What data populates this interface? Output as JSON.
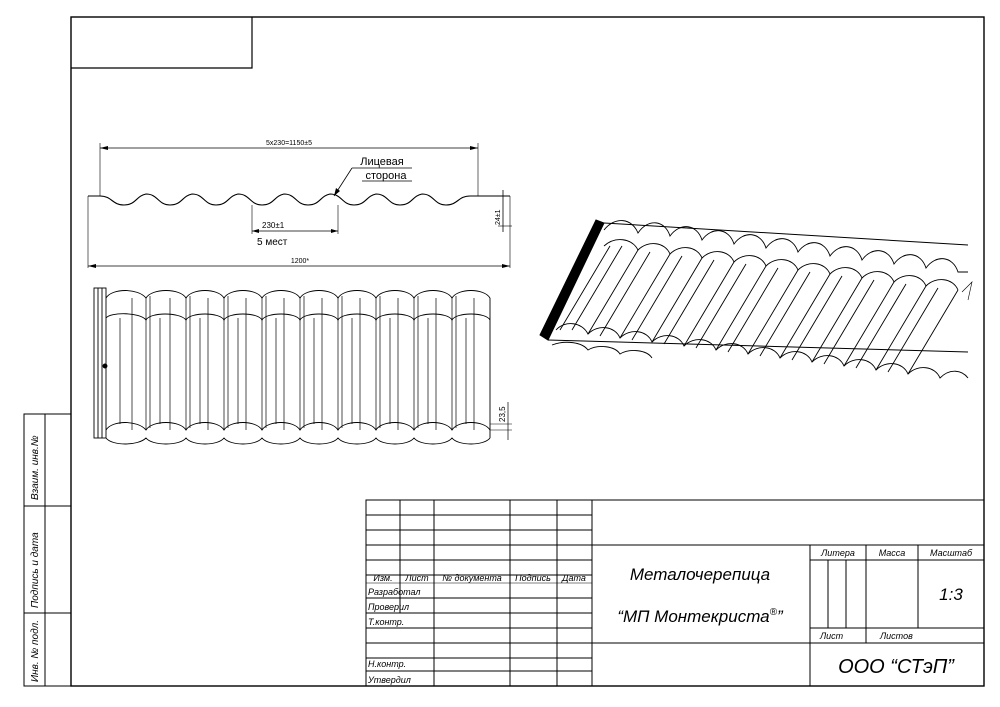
{
  "profile_view": {
    "overall_dimension": "5x230=1150±5",
    "callout_line1": "Лицевая",
    "callout_line2": "сторона",
    "pitch_dimension": "230±1",
    "pitch_count": "5 мест",
    "total_width": "1200*",
    "height_dimension": "24±1"
  },
  "plan_view": {
    "step_dimension": "23,5"
  },
  "side_stamp": {
    "cell1": "Инв. № подл.",
    "cell2": "Подпись и дата",
    "cell3": "Взаим. инв.№"
  },
  "title_block": {
    "headers": [
      "Изм.",
      "Лист",
      "№ документа",
      "Подпись",
      "Дата"
    ],
    "roles": [
      "Разработал",
      "Проверил",
      "Т.контр.",
      "",
      "Н.контр.",
      "Утвердил"
    ],
    "product_name_line1": "Металочерепица",
    "product_name_line2": "“МП Монтекриста",
    "registered_mark": "®",
    "closing_quote": "”",
    "litera_label": "Литера",
    "mass_label": "Масса",
    "scale_label": "Масштаб",
    "scale_value": "1:3",
    "sheet_label": "Лист",
    "sheets_label": "Листов",
    "company": "ООО “СТэП”"
  }
}
